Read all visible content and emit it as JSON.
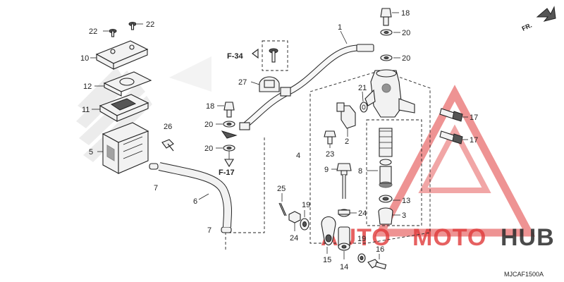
{
  "diagram": {
    "diagram_code": "MJCAF1500A",
    "direction_label": "FR.",
    "reference_labels": {
      "top": "F-34",
      "bottom": "F-17"
    },
    "callouts": {
      "c1": "1",
      "c2": "2",
      "c3": "3",
      "c4": "4",
      "c5": "5",
      "c6": "6",
      "c7a": "7",
      "c7b": "7",
      "c8": "8",
      "c9": "9",
      "c10": "10",
      "c11": "11",
      "c12": "12",
      "c13": "13",
      "c14": "14",
      "c15": "15",
      "c16": "16",
      "c17a": "17",
      "c17b": "17",
      "c18a": "18",
      "c18b": "18",
      "c19a": "19",
      "c19b": "19",
      "c20a": "20",
      "c20b": "20",
      "c20c": "20",
      "c20d": "20",
      "c21": "21",
      "c22a": "22",
      "c22b": "22",
      "c23": "23",
      "c24a": "24",
      "c24b": "24",
      "c25": "25",
      "c26": "26",
      "c27": "27"
    }
  },
  "watermark": {
    "text_a": "AUTO",
    "text_b": "MOTO",
    "text_c": "HUB",
    "color_red": "#e03a3a",
    "color_dark": "#2b2b2b"
  }
}
